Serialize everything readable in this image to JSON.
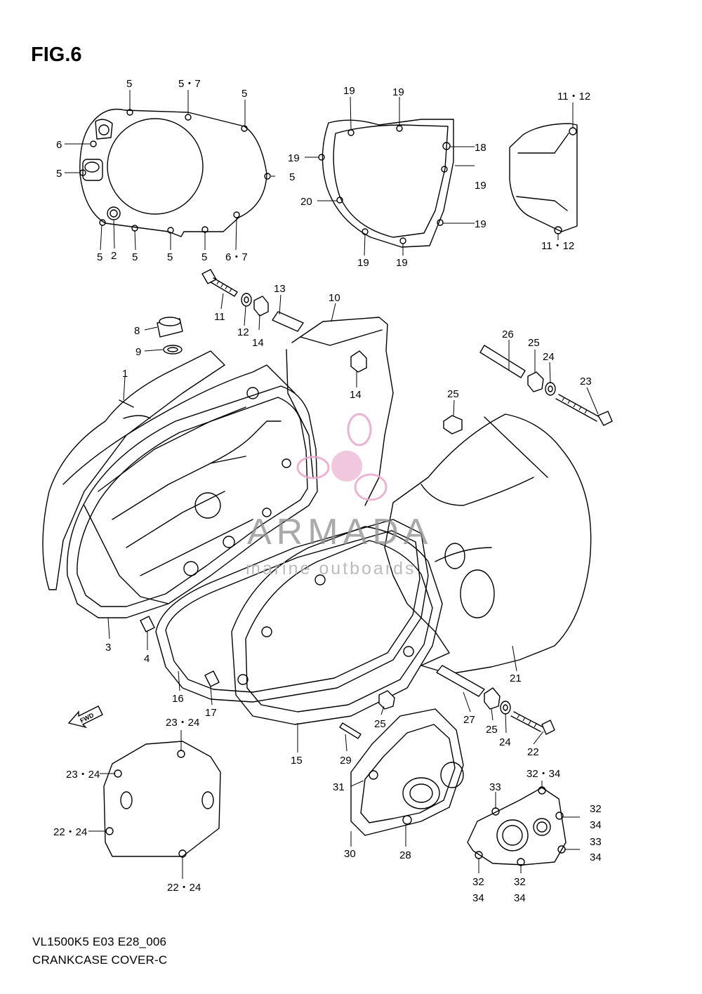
{
  "figure": {
    "title": "FIG.6",
    "code": "VL1500K5 E03 E28_006",
    "caption": "CRANKCASE COVER-C"
  },
  "watermark": {
    "brand": "ARMADA",
    "tagline": "marine outboards",
    "color": "#e8a7c8"
  },
  "fwd_label": "FWD",
  "callouts": [
    {
      "id": "c1",
      "text": "5"
    },
    {
      "id": "c2",
      "text": "5・7"
    },
    {
      "id": "c3",
      "text": "5"
    },
    {
      "id": "c4",
      "text": "6"
    },
    {
      "id": "c5",
      "text": "5"
    },
    {
      "id": "c6",
      "text": "5"
    },
    {
      "id": "c7",
      "text": "5"
    },
    {
      "id": "c8",
      "text": "2"
    },
    {
      "id": "c9",
      "text": "5"
    },
    {
      "id": "c10",
      "text": "5"
    },
    {
      "id": "c11",
      "text": "5"
    },
    {
      "id": "c12",
      "text": "6・7"
    },
    {
      "id": "c13",
      "text": "19"
    },
    {
      "id": "c14",
      "text": "19"
    },
    {
      "id": "c15",
      "text": "19"
    },
    {
      "id": "c16",
      "text": "18"
    },
    {
      "id": "c17",
      "text": "19"
    },
    {
      "id": "c18",
      "text": "20"
    },
    {
      "id": "c19",
      "text": "19"
    },
    {
      "id": "c20",
      "text": "19"
    },
    {
      "id": "c21",
      "text": "19"
    },
    {
      "id": "c22",
      "text": "11・12"
    },
    {
      "id": "c23",
      "text": "11・12"
    },
    {
      "id": "c24",
      "text": "13"
    },
    {
      "id": "c25",
      "text": "10"
    },
    {
      "id": "c26",
      "text": "11"
    },
    {
      "id": "c27",
      "text": "12"
    },
    {
      "id": "c28",
      "text": "14"
    },
    {
      "id": "c29",
      "text": "8"
    },
    {
      "id": "c30",
      "text": "9"
    },
    {
      "id": "c31",
      "text": "14"
    },
    {
      "id": "c32",
      "text": "26"
    },
    {
      "id": "c33",
      "text": "25"
    },
    {
      "id": "c34",
      "text": "24"
    },
    {
      "id": "c35",
      "text": "23"
    },
    {
      "id": "c36",
      "text": "25"
    },
    {
      "id": "c37",
      "text": "1"
    },
    {
      "id": "c38",
      "text": "3"
    },
    {
      "id": "c39",
      "text": "4"
    },
    {
      "id": "c40",
      "text": "16"
    },
    {
      "id": "c41",
      "text": "17"
    },
    {
      "id": "c42",
      "text": "21"
    },
    {
      "id": "c43",
      "text": "25"
    },
    {
      "id": "c44",
      "text": "27"
    },
    {
      "id": "c45",
      "text": "25"
    },
    {
      "id": "c46",
      "text": "24"
    },
    {
      "id": "c47",
      "text": "22"
    },
    {
      "id": "c48",
      "text": "15"
    },
    {
      "id": "c49",
      "text": "29"
    },
    {
      "id": "c50",
      "text": "31"
    },
    {
      "id": "c51",
      "text": "30"
    },
    {
      "id": "c52",
      "text": "28"
    },
    {
      "id": "c53",
      "text": "23・24"
    },
    {
      "id": "c54",
      "text": "23・24"
    },
    {
      "id": "c55",
      "text": "22・24"
    },
    {
      "id": "c56",
      "text": "22・24"
    },
    {
      "id": "c57",
      "text": "33"
    },
    {
      "id": "c58",
      "text": "32・34"
    },
    {
      "id": "c59",
      "text": "32"
    },
    {
      "id": "c60",
      "text": "34"
    },
    {
      "id": "c61",
      "text": "33"
    },
    {
      "id": "c62",
      "text": "34"
    },
    {
      "id": "c63",
      "text": "32"
    },
    {
      "id": "c64",
      "text": "34"
    },
    {
      "id": "c65",
      "text": "32"
    },
    {
      "id": "c66",
      "text": "34"
    }
  ]
}
